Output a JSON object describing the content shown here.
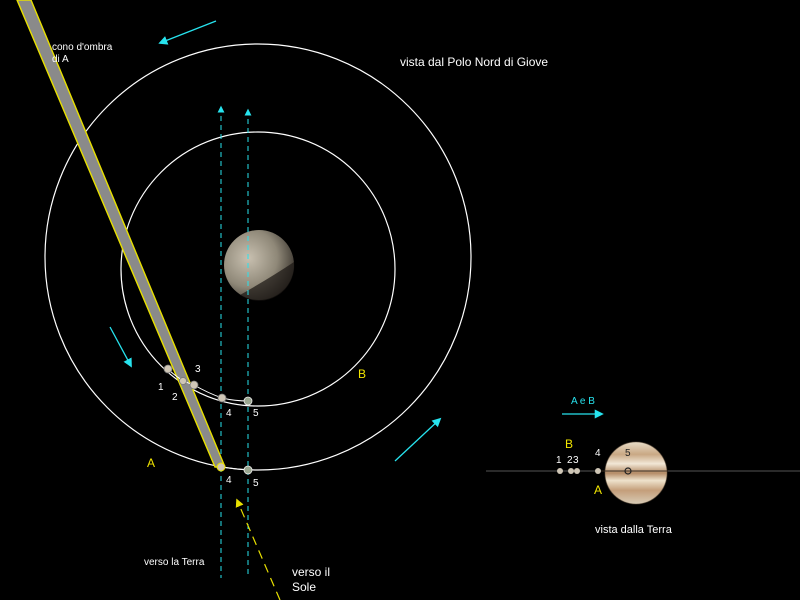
{
  "labels": {
    "shadow_line1": "cono d'ombra",
    "shadow_line2": "di A",
    "view_north": "vista dal Polo Nord di Giove",
    "view_earth": "vista dalla Terra",
    "towards_earth": "verso la Terra",
    "towards_sun_line1": "verso il",
    "towards_sun_line2": "Sole",
    "moon_a": "A",
    "moon_b": "B",
    "a_and_b": "A e B"
  },
  "positions_inner": [
    "1",
    "2",
    "3",
    "4",
    "5"
  ],
  "positions_outer": [
    "4",
    "5"
  ],
  "positions_earth_view": [
    "1",
    "2",
    "3",
    "4",
    "5"
  ],
  "colors": {
    "background": "#000000",
    "orbit": "#ffffff",
    "shadow_edge": "#e8e000",
    "shadow_fill": "#8a8a8a",
    "arrow_cyan": "#27e3ee",
    "label_yellow": "#f2e600",
    "sun_dashes": "#e8e000"
  }
}
